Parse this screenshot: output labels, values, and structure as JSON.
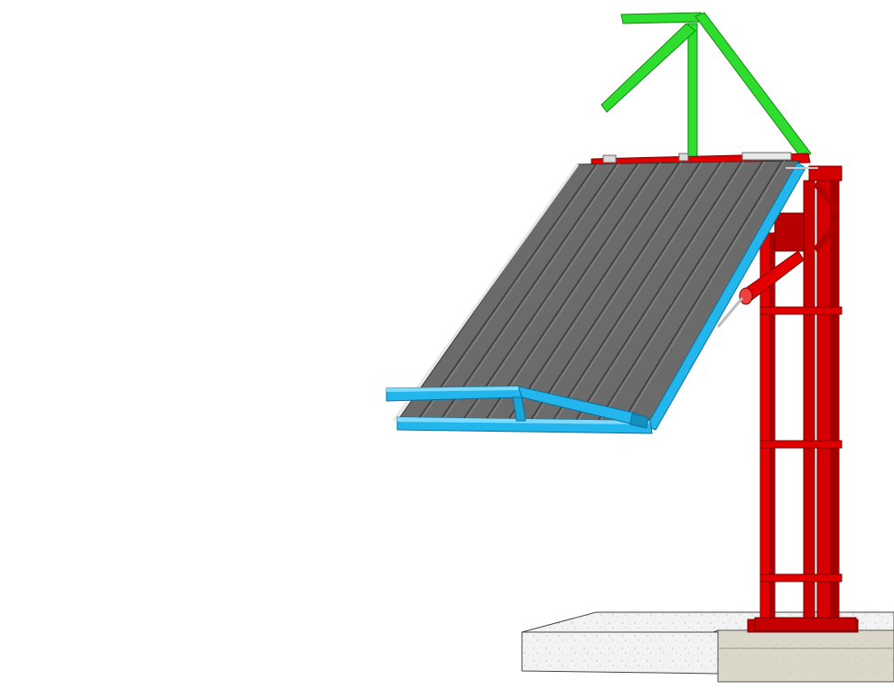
{
  "colors": {
    "background": "#ffffff",
    "frame": "#d40000",
    "frame_dark": "#9e0000",
    "frame_light": "#ff2a2a",
    "panel": "#6b6b6b",
    "panel_dark": "#4a4a4a",
    "panel_rib": "#3a3a3a",
    "panel_light": "#8a8a8a",
    "bracket": "#1eb4ea",
    "bracket_dark": "#0b7fb0",
    "bracket_light": "#7fdcff",
    "mast": "#22dd22",
    "mast_dark": "#0c8a0c",
    "concrete": "#f2f2f2",
    "concrete_shade": "#dcdcdc",
    "soil": "#d9d6c8",
    "soil_dark": "#bdb8a3"
  },
  "components": {
    "mast": "green-mast",
    "panel": "corrugated-panel",
    "bracket": "blue-bracket-frame",
    "column": "red-steel-column",
    "foundation": "concrete-foundation"
  }
}
